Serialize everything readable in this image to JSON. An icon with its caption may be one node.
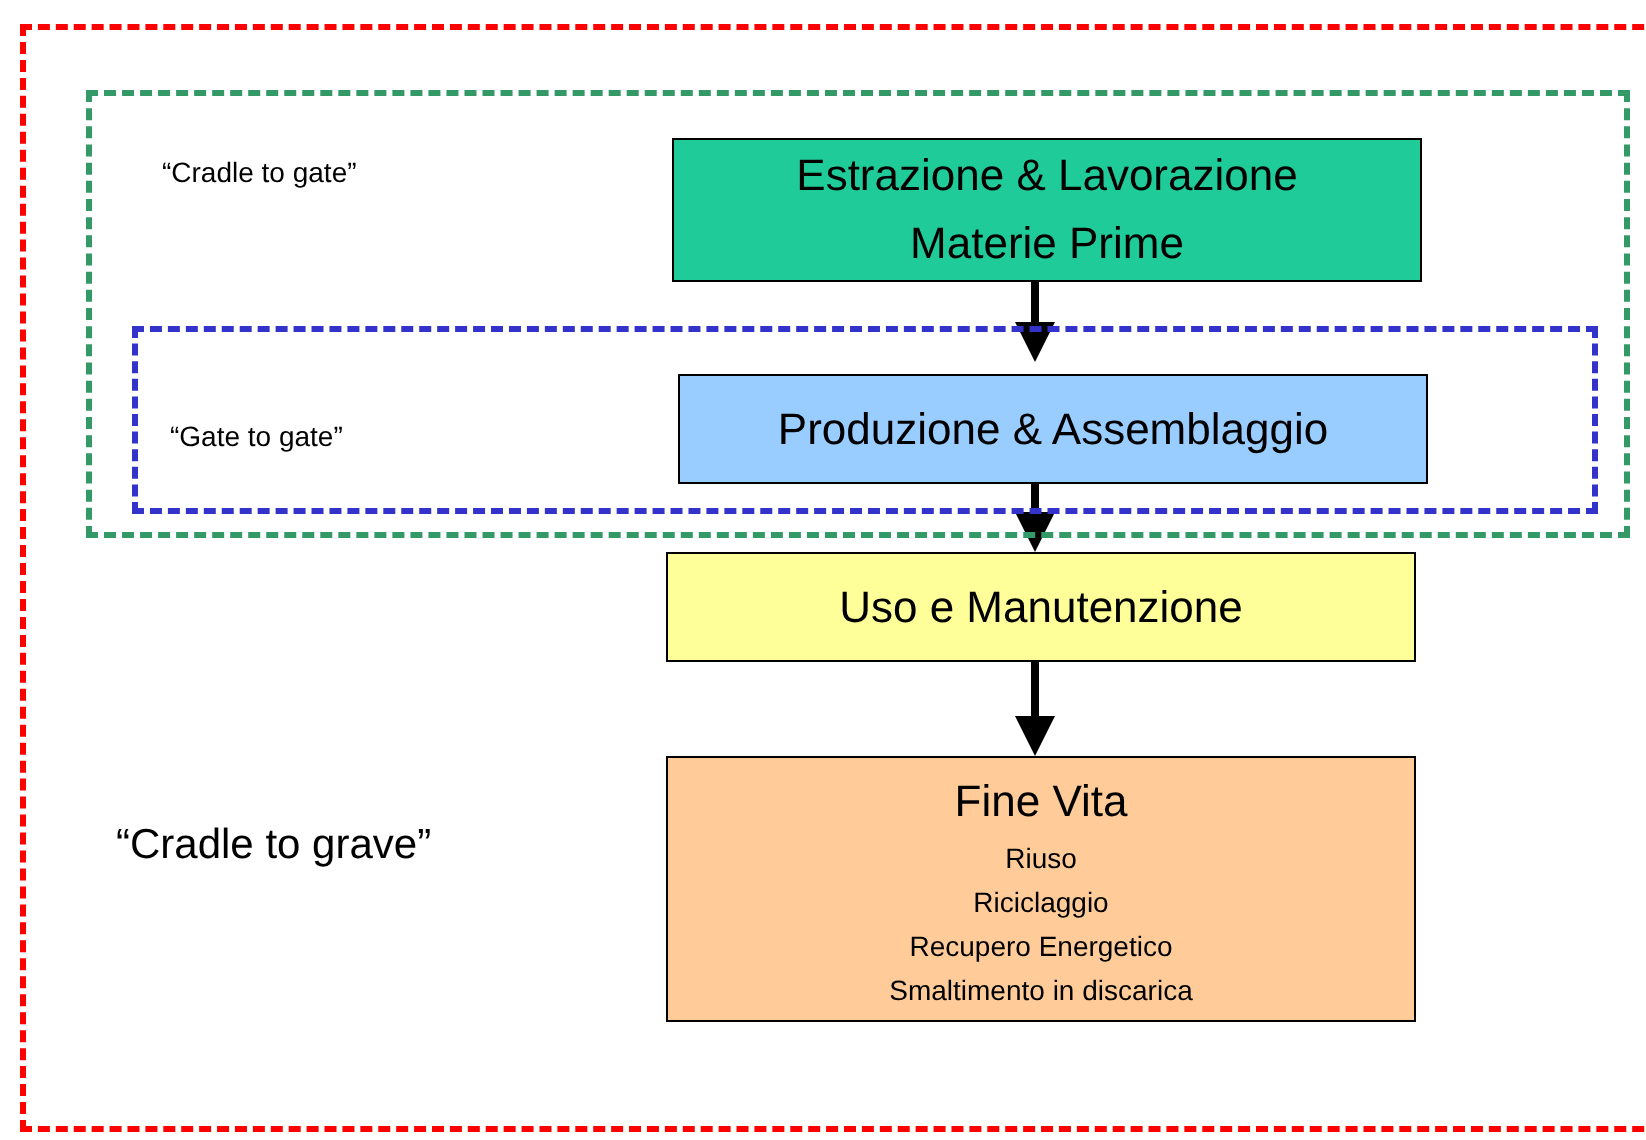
{
  "diagram": {
    "nodes": [
      {
        "text": [
          "“Cradle to grave”"
        ]
      },
      {
        "text": [
          "“Cradle to gate”"
        ],
        "in": 0
      },
      {
        "text": [
          "Estrazione & Lavorazione Materie Prime"
        ],
        "in": 1
      },
      {
        "text": [
          "“Gate to gate”"
        ],
        "in": 1
      },
      {
        "text": [
          "Produzione & Assemblaggio"
        ],
        "in": 3
      },
      {
        "text": [
          "Uso e Manutenzione"
        ],
        "in": 0
      },
      {
        "text": [
          "Fine Vita",
          "Riuso",
          "Riciclaggio",
          "Recupero Energetico",
          "Smaltimento in discarica"
        ],
        "in": 0
      }
    ],
    "edges": [
      {
        "from": 2,
        "to": 4,
        "arrow": "to"
      },
      {
        "from": 4,
        "to": 5,
        "arrow": "to"
      },
      {
        "from": 5,
        "to": 6,
        "arrow": "to"
      }
    ]
  }
}
